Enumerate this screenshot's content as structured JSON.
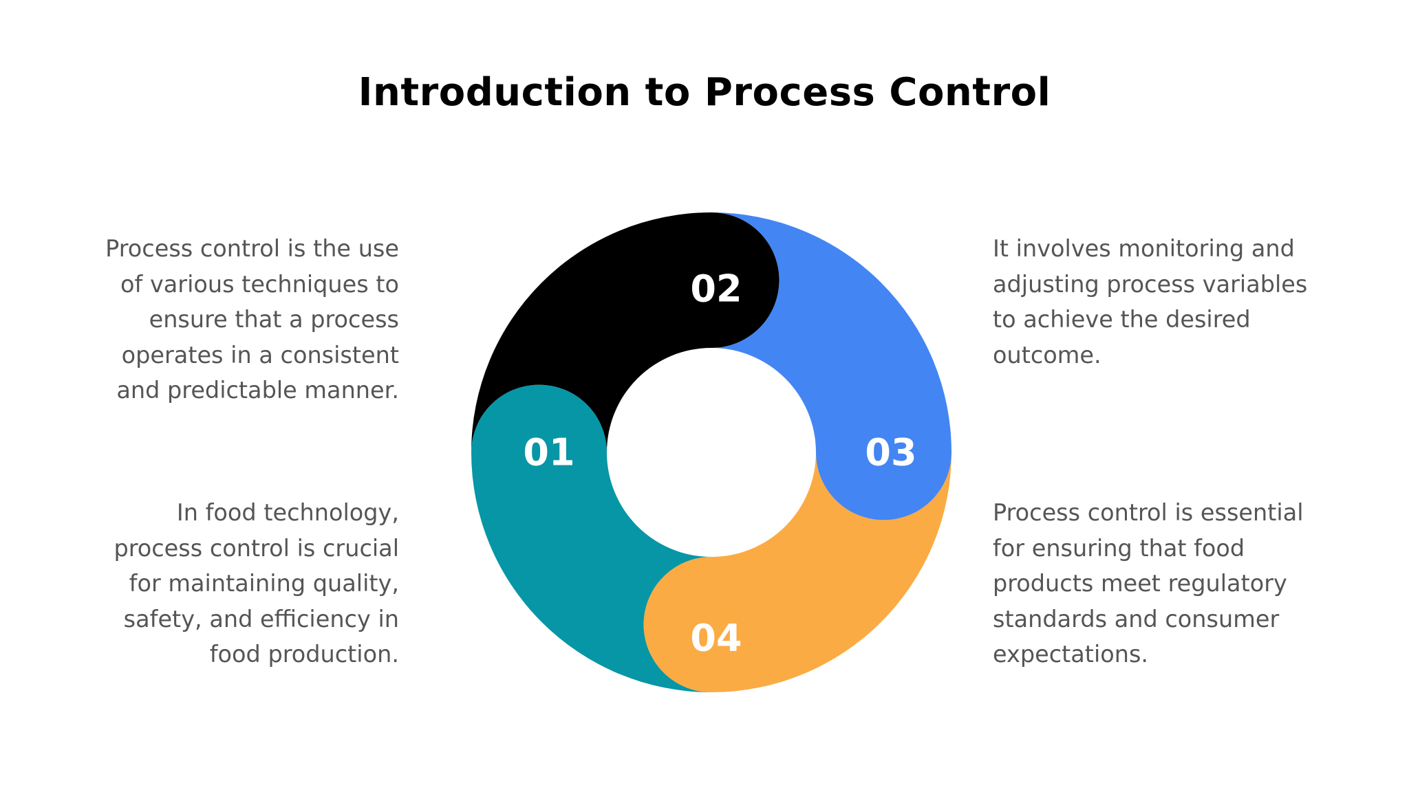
{
  "title": "Introduction to Process Control",
  "steps": [
    {
      "number": "01",
      "color": "#000000",
      "text": "Process control is the use\nof various techniques to\nensure that a process\noperates in a consistent\nand predictable manner."
    },
    {
      "number": "02",
      "color": "#4385f3",
      "text": "It involves monitoring and\nadjusting process variables\nto achieve the desired\noutcome."
    },
    {
      "number": "03",
      "color": "#fbab43",
      "text": "Process control is essential\nfor ensuring that food\nproducts meet regulatory\nstandards and consumer\nexpectations."
    },
    {
      "number": "04",
      "color": "#0796a6",
      "text": "In food technology,\nprocess control is crucial\nfor maintaining quality,\nsafety, and efficiency in\nfood production."
    }
  ]
}
